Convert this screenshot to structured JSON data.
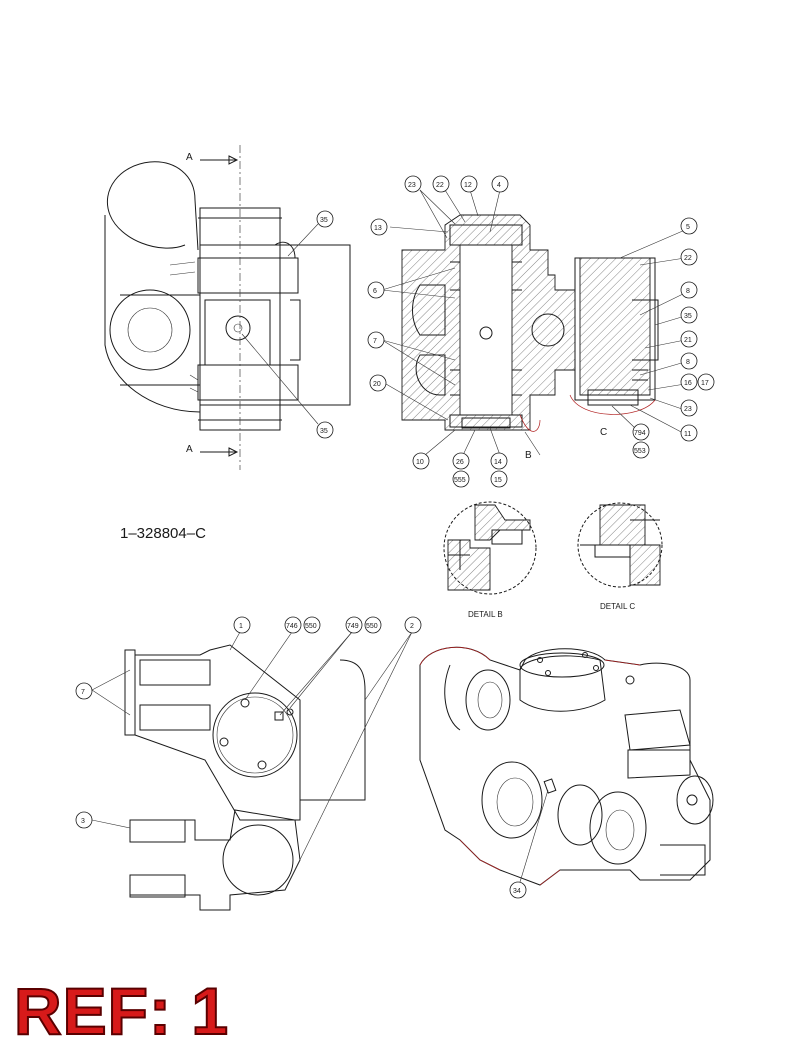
{
  "part_number": "1–328804–C",
  "ref_label": "REF: 1",
  "section_label_top": "A",
  "section_label_bottom": "A",
  "detail_b_label": "DETAIL B",
  "detail_c_label": "DETAIL C",
  "section_b_letter": "B",
  "section_c_letter": "C",
  "balloons": {
    "v1_35a": "35",
    "v1_35b": "35",
    "s23": "23",
    "s22a": "22",
    "s12": "12",
    "s4": "4",
    "s13": "13",
    "s5": "5",
    "s22b": "22",
    "s6": "6",
    "s8a": "8",
    "s35": "35",
    "s7": "7",
    "s21": "21",
    "s8b": "8",
    "s20": "20",
    "s16": "16",
    "s17": "17",
    "s23b": "23",
    "s11": "11",
    "s794": "794",
    "s553": "553",
    "s10": "10",
    "s26": "26",
    "s555": "555",
    "s14": "14",
    "s15": "15",
    "b1": "1",
    "b746": "746",
    "b550a": "550",
    "b749": "749",
    "b550b": "550",
    "b2": "2",
    "b7": "7",
    "b3": "3",
    "b34": "34"
  },
  "colors": {
    "line": "#1a1a1a",
    "ref_fill": "#d71a1a",
    "ref_outline": "#5a0000",
    "edge_tint": "#b02020"
  }
}
